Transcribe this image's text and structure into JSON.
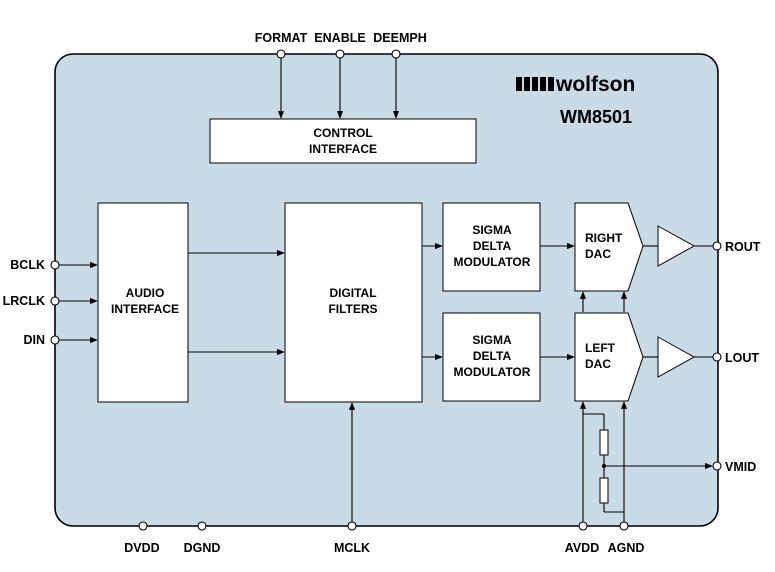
{
  "brand": {
    "logo_text": "wolfson",
    "part_number": "WM8501"
  },
  "top_pins": {
    "format": "FORMAT",
    "enable": "ENABLE",
    "deemph": "DEEMPH"
  },
  "left_pins": {
    "bclk": "BCLK",
    "lrclk": "LRCLK",
    "din": "DIN"
  },
  "right_pins": {
    "rout": "ROUT",
    "lout": "LOUT",
    "vmid": "VMID"
  },
  "bottom_pins": {
    "dvdd": "DVDD",
    "dgnd": "DGND",
    "mclk": "MCLK",
    "avdd": "AVDD",
    "agnd": "AGND"
  },
  "blocks": {
    "control_interface": [
      "CONTROL",
      "INTERFACE"
    ],
    "audio_interface": [
      "AUDIO",
      "INTERFACE"
    ],
    "digital_filters": [
      "DIGITAL",
      "FILTERS"
    ],
    "sdm_top": [
      "SIGMA",
      "DELTA",
      "MODULATOR"
    ],
    "sdm_bottom": [
      "SIGMA",
      "DELTA",
      "MODULATOR"
    ],
    "right_dac": [
      "RIGHT",
      "DAC"
    ],
    "left_dac": [
      "LEFT",
      "DAC"
    ]
  },
  "colors": {
    "chip_fill": "#c9dbe7",
    "chip_border": "#000000"
  }
}
